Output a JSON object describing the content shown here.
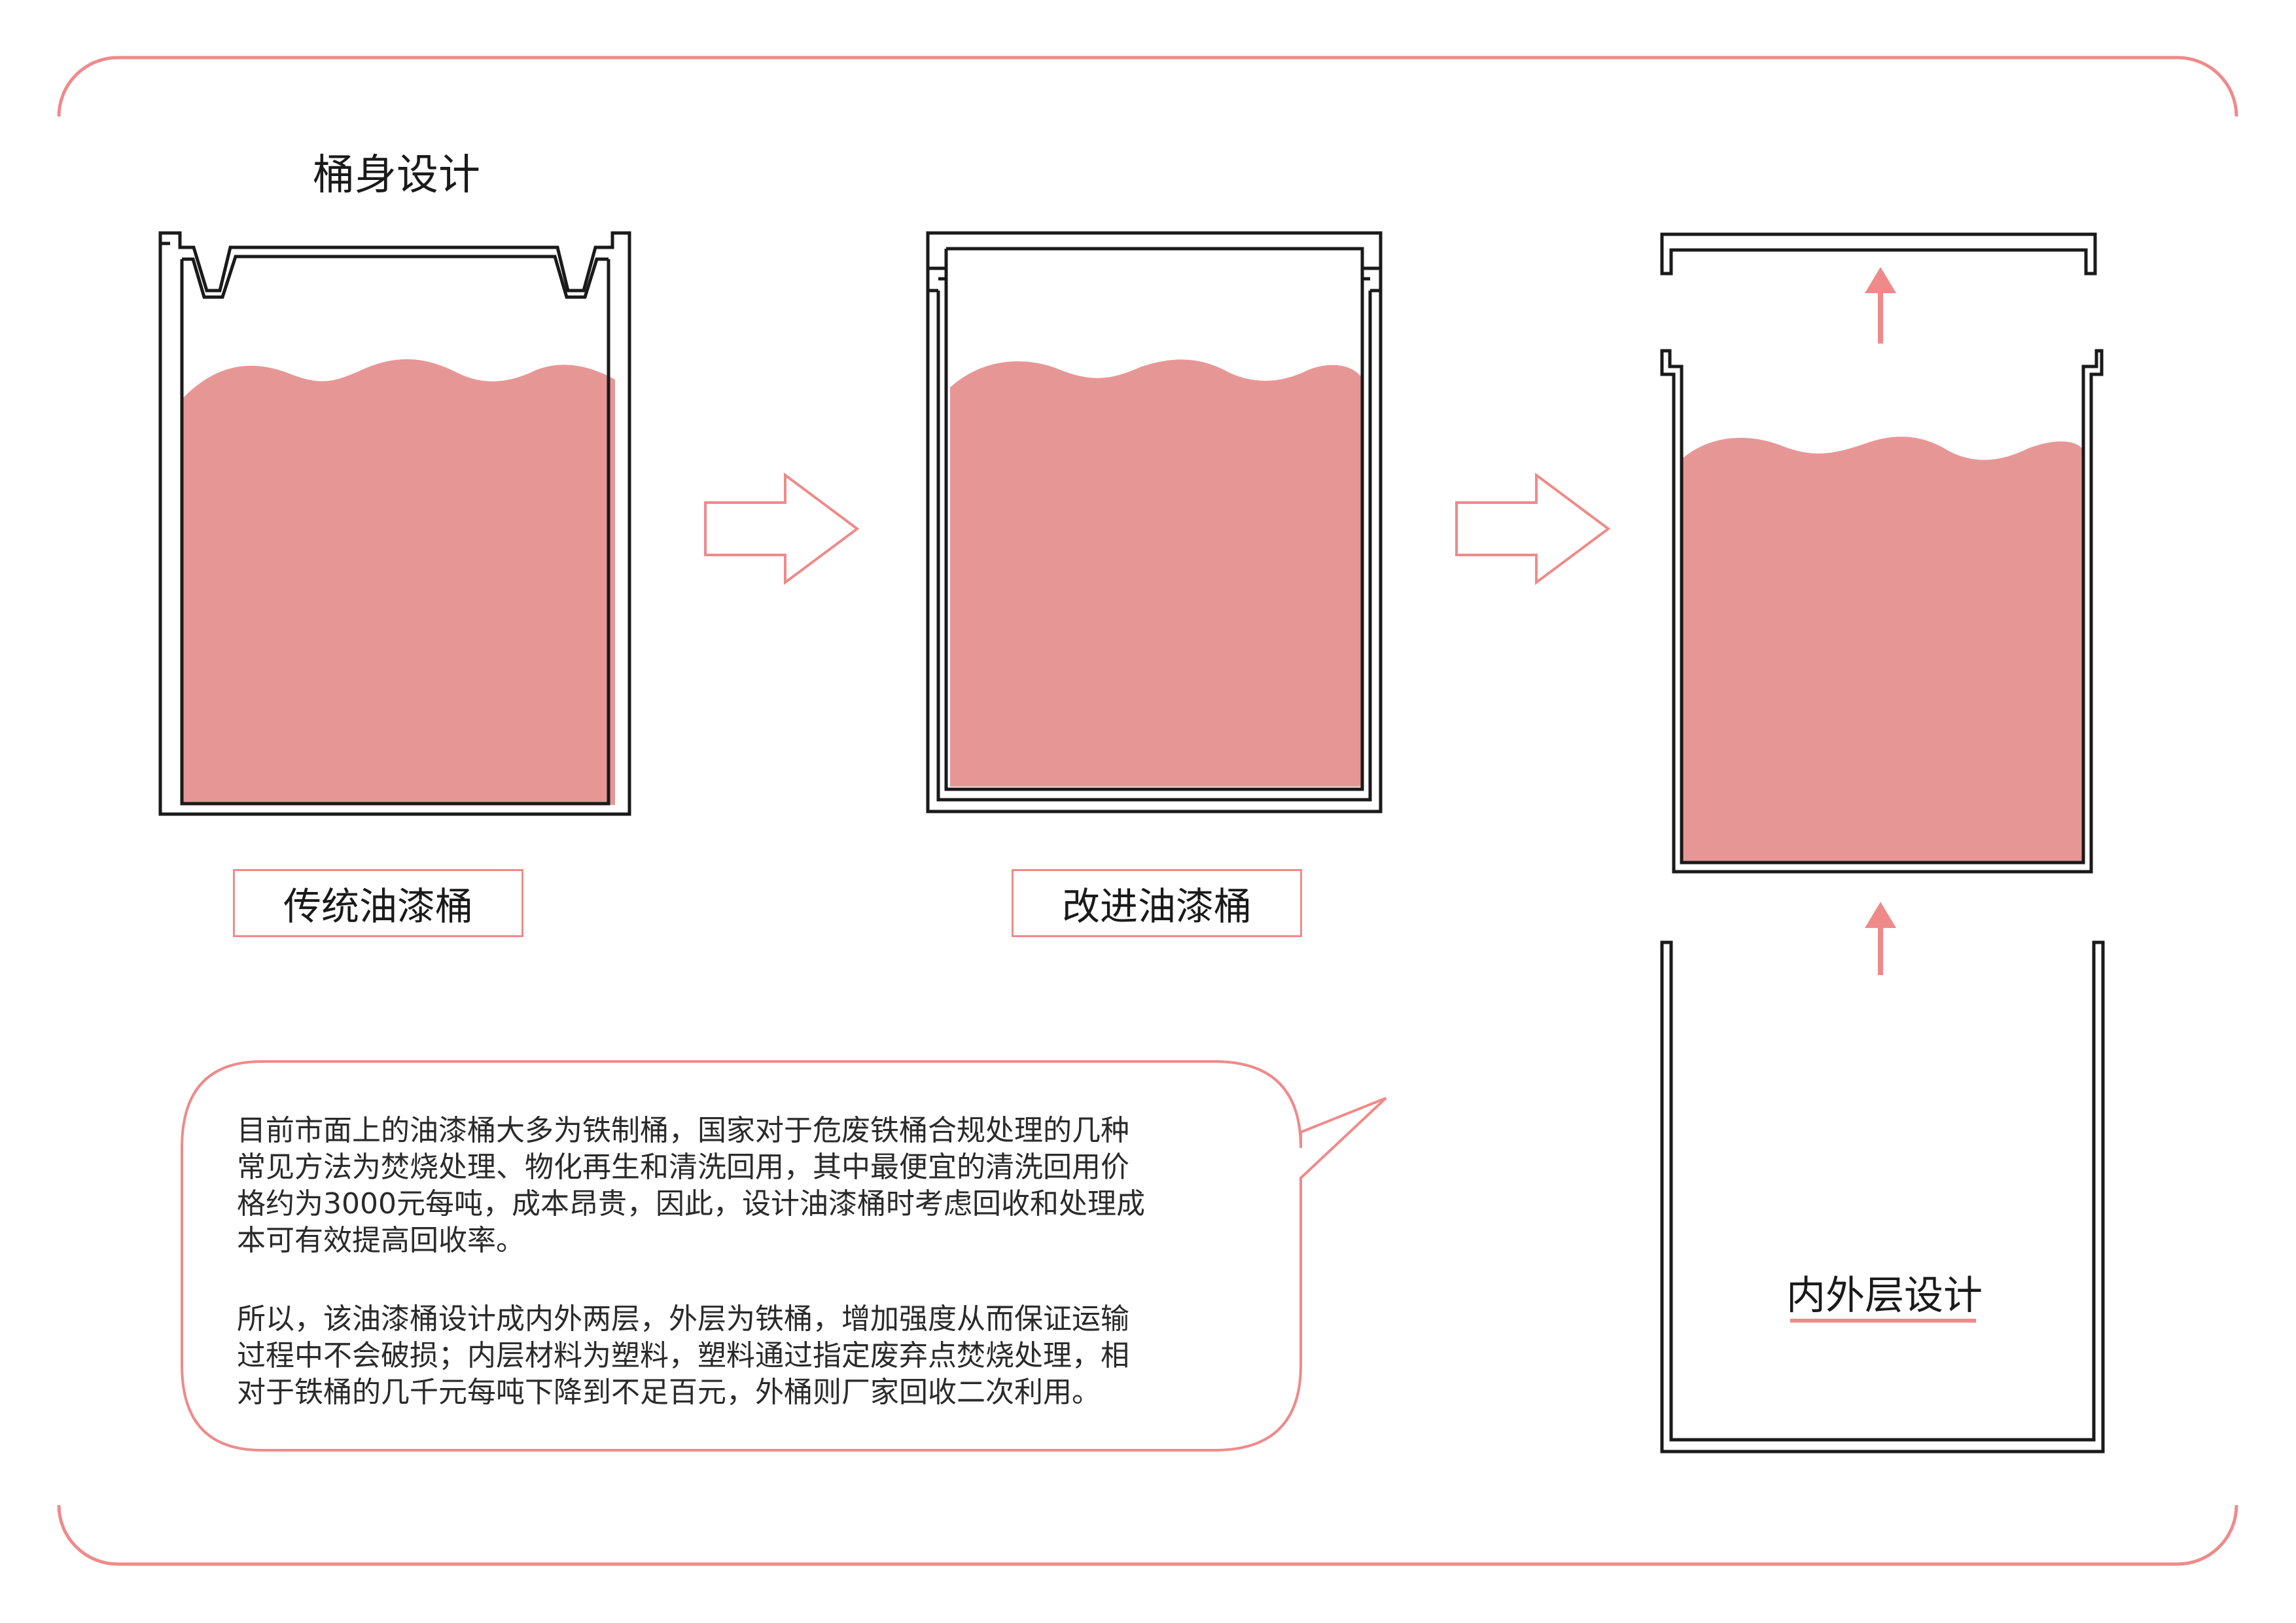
{
  "title": "桶身设计",
  "labels": {
    "traditional": "传统油漆桶",
    "improved": "改进油漆桶",
    "layers": "内外层设计"
  },
  "description": {
    "paragraph1": [
      "目前市面上的油漆桶大多为铁制桶，国家对于危废铁桶合规处理的几种",
      "常见方法为焚烧处理、物化再生和清洗回用，其中最便宜的清洗回用价",
      "格约为3000元每吨，成本昂贵，因此，设计油漆桶时考虑回收和处理成",
      "本可有效提高回收率。"
    ],
    "paragraph2": [
      "所以，该油漆桶设计成内外两层，外层为铁桶，增加强度从而保证运输",
      "过程中不会破损；内层材料为塑料，塑料通过指定废弃点焚烧处理，相",
      "对于铁桶的几千元每吨下降到不足百元，外桶则厂家回收二次利用。"
    ]
  },
  "colors": {
    "accent": "#ef8a8a",
    "paint": "#e79696",
    "line": "#1a1a1a",
    "frame": "#ef8a8a"
  },
  "icons": [
    "flow-arrow-icon",
    "up-arrow-icon",
    "speech-bubble"
  ]
}
